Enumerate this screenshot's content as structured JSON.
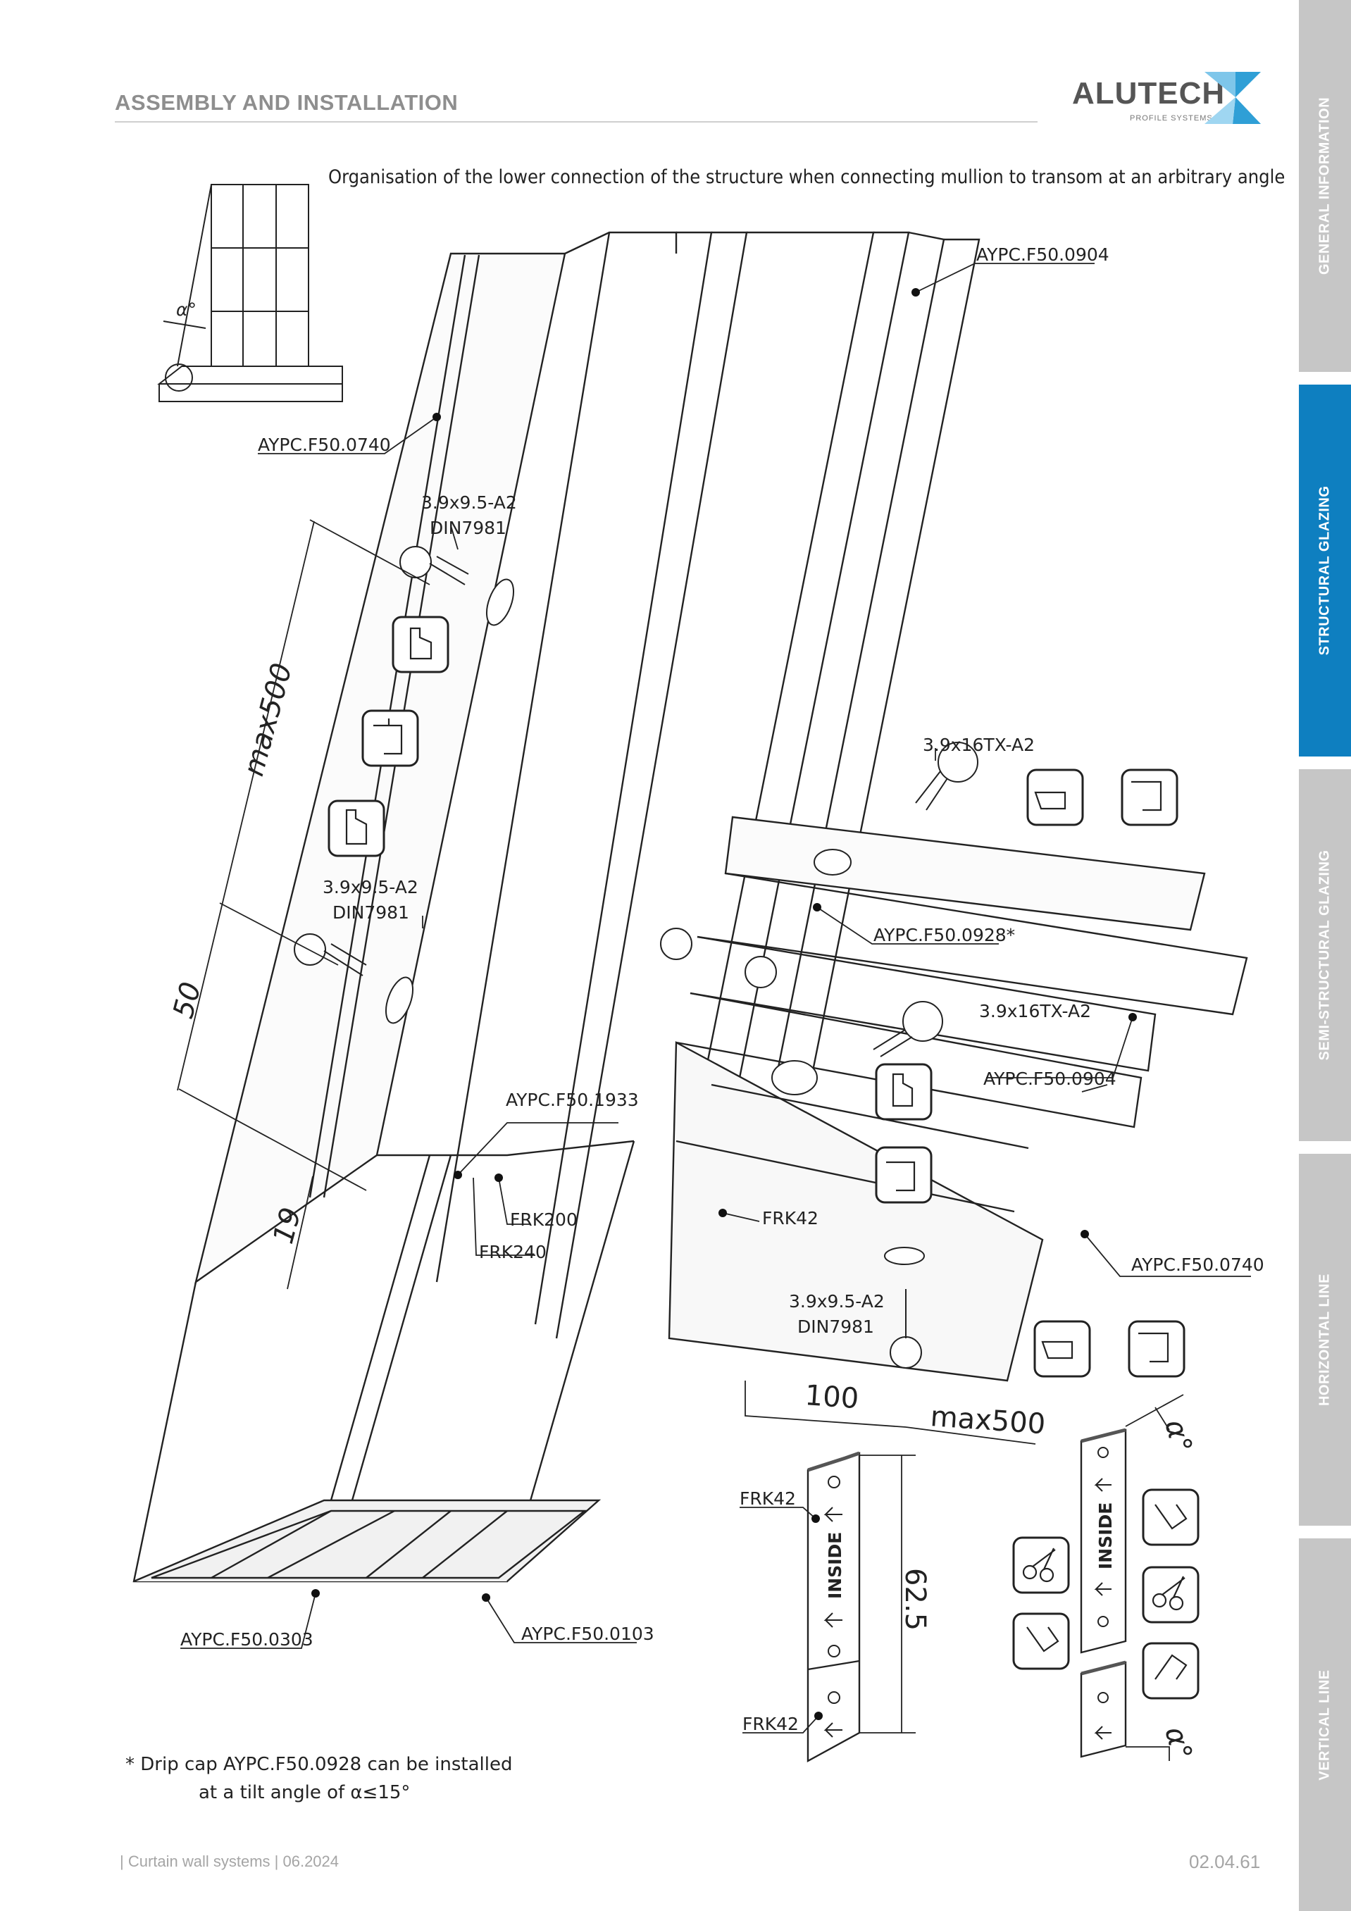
{
  "header": {
    "title": "ASSEMBLY AND INSTALLATION"
  },
  "logo": {
    "name": "ALUTECH",
    "tagline": "PROFILE SYSTEMS"
  },
  "sidebar": {
    "tabs": [
      {
        "label": "GENERAL INFORMATION",
        "active": false
      },
      {
        "label": "STRUCTURAL GLAZING",
        "active": true
      },
      {
        "label": "SEMI-STRUCTURAL GLAZING",
        "active": false
      },
      {
        "label": "HORIZONTAL LINE",
        "active": false
      },
      {
        "label": "VERTICAL LINE",
        "active": false
      }
    ]
  },
  "caption": "Organisation of the lower connection of the structure when connecting mullion to transom at an arbitrary angle",
  "angle_symbol": "α°",
  "labels": {
    "aypc_0904_top": "AYPC.F50.0904",
    "aypc_0740_left": "AYPC.F50.0740",
    "screw_a2_top": "3.9x9.5-A2",
    "din_top": "DIN7981",
    "screw_a2_mid": "3.9x9.5-A2",
    "din_mid": "DIN7981",
    "screw_tx_top": "3.9x16TX-A2",
    "aypc_0928": "AYPC.F50.0928*",
    "screw_tx_mid": "3.9x16TX-A2",
    "aypc_0904_mid": "AYPC.F50.0904",
    "aypc_1933": "AYPC.F50.1933",
    "frk200": "FRK200",
    "frk240": "FRK240",
    "frk42_mid": "FRK42",
    "aypc_0740_right": "AYPC.F50.0740",
    "screw_a2_bottom": "3.9x9.5-A2",
    "din_bottom": "DIN7981",
    "frk42_left_top": "FRK42",
    "frk42_left_bottom": "FRK42",
    "aypc_0303": "AYPC.F50.0303",
    "aypc_0103": "AYPC.F50.0103",
    "inside_left": "INSIDE",
    "inside_right": "INSIDE"
  },
  "dimensions": {
    "max500_left": "max500",
    "fifty": "50",
    "nineteen": "19",
    "hundred": "100",
    "max500_right": "max500",
    "sixty_two_five": "62.5",
    "alpha_top": "α°",
    "alpha_bottom": "α°"
  },
  "footnote": {
    "line1": "* Drip cap AYPC.F50.0928 can be installed",
    "line2": "at a tilt angle of α≤15°"
  },
  "footer": {
    "left": "| Curtain wall systems | 06.2024",
    "right": "02.04.61"
  },
  "colors": {
    "accent": "#0e7fc0",
    "tab_inactive": "#c6c6c6",
    "header_gray": "#8e8e8e",
    "logo_blue": "#2f9fd6"
  }
}
